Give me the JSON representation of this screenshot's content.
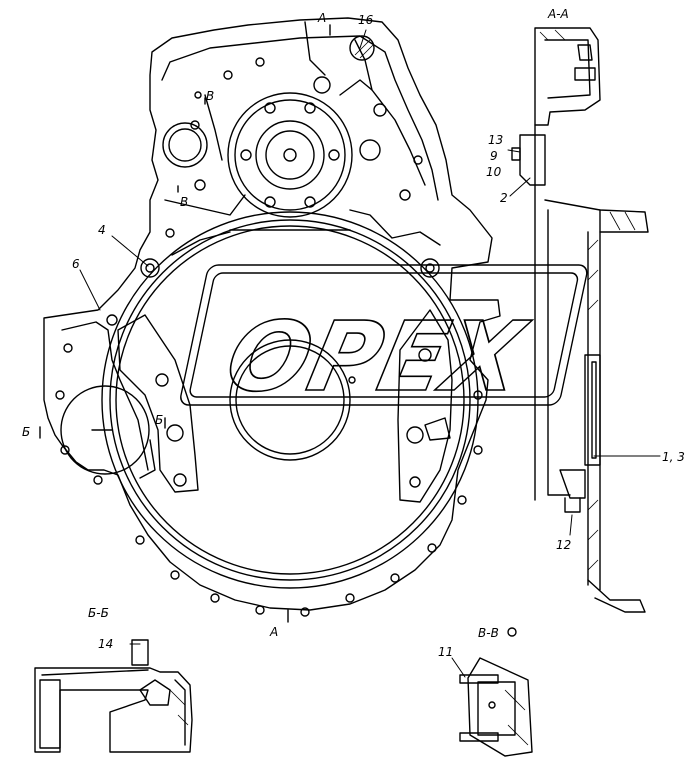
{
  "watermark": "OPEX",
  "section_labels": {
    "aa_top": "А",
    "aa_bottom": "А",
    "aa_title": "А-А",
    "bb_left": "Б",
    "bb_right": "Б",
    "bb_title": "Б-Б",
    "vv_top": "В",
    "vv_bottom": "В",
    "vv_title": "В-В"
  },
  "callouts": {
    "c16": "16",
    "c4": "4",
    "c6": "6",
    "c13": "13",
    "c9": "9",
    "c10": "10",
    "c2": "2",
    "c13b": "1, 3",
    "c12": "12",
    "c14": "14",
    "c11": "11"
  }
}
